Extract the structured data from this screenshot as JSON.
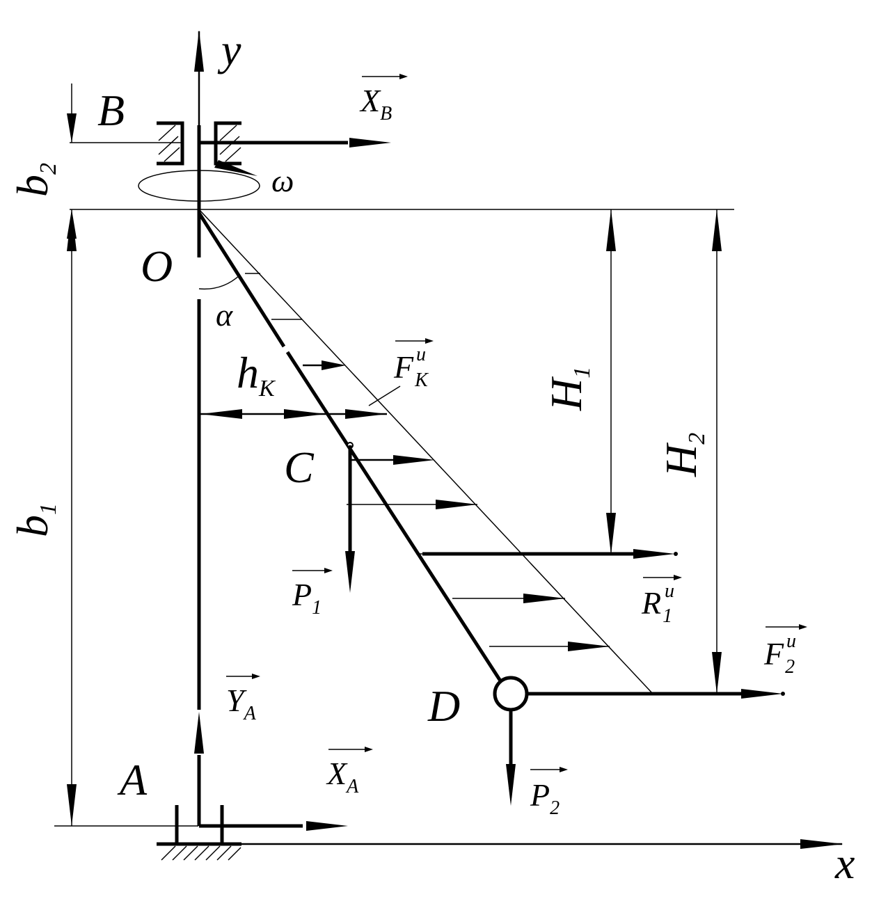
{
  "labels": {
    "y": "y",
    "x": "x",
    "B": "B",
    "O": "O",
    "C": "C",
    "D": "D",
    "A": "A",
    "alpha": "α",
    "omega": "ω",
    "hK_main": "h",
    "hK_sub": "K",
    "b1_main": "b",
    "b1_sub": "1",
    "b2_main": "b",
    "b2_sub": "2",
    "H1_main": "H",
    "H1_sub": "1",
    "H2_main": "H",
    "H2_sub": "2",
    "XB_main": "X",
    "XB_sub": "B",
    "XA_main": "X",
    "XA_sub": "A",
    "YA_main": "Y",
    "YA_sub": "A",
    "P1_main": "P",
    "P1_sub": "1",
    "P2_main": "P",
    "P2_sub": "2",
    "R1_main": "R",
    "R1_sub": "1",
    "R1_sup": "u",
    "FK_main": "F",
    "FK_sub": "K",
    "FK_sup": "u",
    "F2_main": "F",
    "F2_sub": "2",
    "F2_sup": "u"
  }
}
